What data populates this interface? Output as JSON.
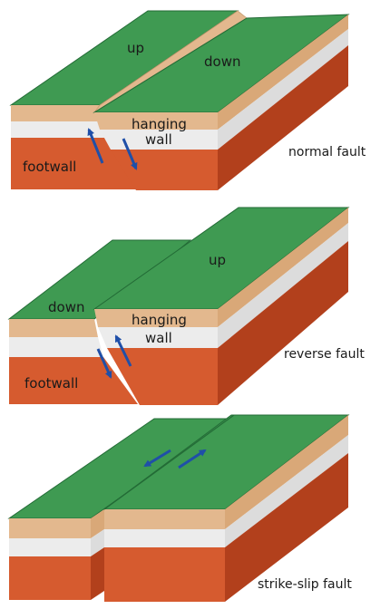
{
  "colors": {
    "top": "#3f9a52",
    "top_edge": "#236b36",
    "tan": "#e3b88e",
    "white_layer": "#ececec",
    "rock": "#d65b2f",
    "rock_dark": "#b2401c",
    "arrow": "#1f4fa8"
  },
  "panels": [
    {
      "caption": "normal fault",
      "labels": {
        "up": "up",
        "down": "down",
        "hanging": "hanging",
        "wall": "wall",
        "footwall": "footwall"
      }
    },
    {
      "caption": "reverse fault",
      "labels": {
        "down": "down",
        "up": "up",
        "hanging": "hanging",
        "wall": "wall",
        "footwall": "footwall"
      }
    },
    {
      "caption": "strike-slip fault"
    }
  ]
}
